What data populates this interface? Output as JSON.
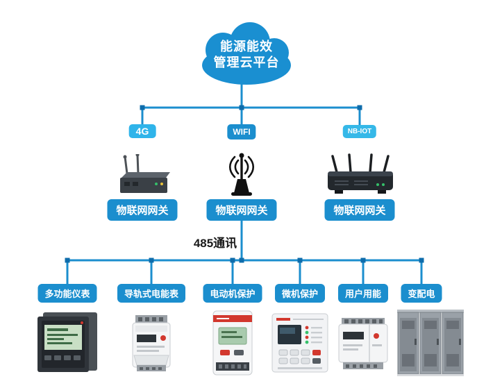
{
  "cloud": {
    "line1": "能源能效",
    "line2": "管理云平台"
  },
  "gateways": [
    {
      "badge": "4G",
      "label": "物联网网关",
      "device_icon": "4g-router-icon"
    },
    {
      "badge": "WIFI",
      "label": "物联网网关",
      "device_icon": "wifi-antenna-icon"
    },
    {
      "badge": "NB-IOT",
      "label": "物联网网关",
      "device_icon": "nbiot-router-icon"
    }
  ],
  "bus": {
    "label": "485通讯"
  },
  "devices": [
    {
      "label": "多功能仪表",
      "image": "multifunction-meter-icon"
    },
    {
      "label": "导轨式电能表",
      "image": "din-rail-energy-meter-icon"
    },
    {
      "label": "电动机保护",
      "image": "motor-protection-icon"
    },
    {
      "label": "微机保护",
      "image": "microcomputer-protection-icon"
    },
    {
      "label": "用户用能",
      "image": "user-energy-meter-icon"
    },
    {
      "label": "变配电",
      "image": "power-distribution-cabinet-icon"
    }
  ],
  "colors": {
    "connector": "#1b8ece",
    "junction_node": "#0e6cab",
    "cloud_fill": "#1a8fd1",
    "badge_light": "#2fb4ea",
    "label_background": "#1b8ece",
    "bus_text": "#1a1a1a"
  }
}
